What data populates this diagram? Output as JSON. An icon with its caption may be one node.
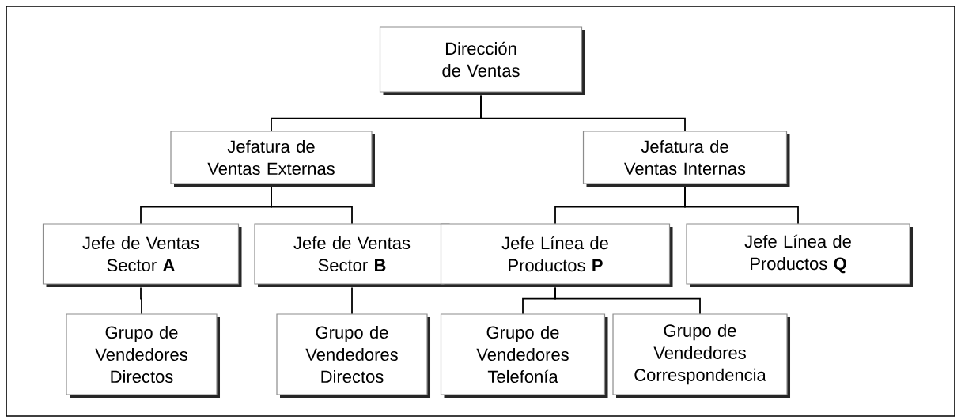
{
  "diagram": {
    "nodes": [
      {
        "text": [
          "Dirección de Ventas"
        ]
      },
      {
        "text": [
          "Jefatura de Ventas Externas"
        ]
      },
      {
        "text": [
          "Jefatura de Ventas Internas"
        ]
      },
      {
        "text": [
          "Jefe de Ventas Sector **A**"
        ]
      },
      {
        "text": [
          "Jefe de Ventas Sector **B**"
        ]
      },
      {
        "text": [
          "Jefe Línea de Productos **P**"
        ]
      },
      {
        "text": [
          "Jefe Línea de Productos **Q**"
        ]
      },
      {
        "text": [
          "Grupo de Vendedores Directos"
        ]
      },
      {
        "text": [
          "Grupo de Vendedores Directos"
        ]
      },
      {
        "text": [
          "Grupo de Vendedores Telefonía"
        ]
      },
      {
        "text": [
          "Grupo de Vendedores Correspondencia"
        ]
      }
    ],
    "edges": [
      {
        "from": 0,
        "to": 1,
        "arrow": "none"
      },
      {
        "from": 0,
        "to": 2,
        "arrow": "none"
      },
      {
        "from": 1,
        "to": 3,
        "arrow": "none"
      },
      {
        "from": 1,
        "to": 4,
        "arrow": "none"
      },
      {
        "from": 2,
        "to": 5,
        "arrow": "none"
      },
      {
        "from": 2,
        "to": 6,
        "arrow": "none"
      },
      {
        "from": 3,
        "to": 7,
        "arrow": "none"
      },
      {
        "from": 4,
        "to": 8,
        "arrow": "none"
      },
      {
        "from": 5,
        "to": 9,
        "arrow": "none"
      },
      {
        "from": 5,
        "to": 10,
        "arrow": "none"
      }
    ]
  }
}
